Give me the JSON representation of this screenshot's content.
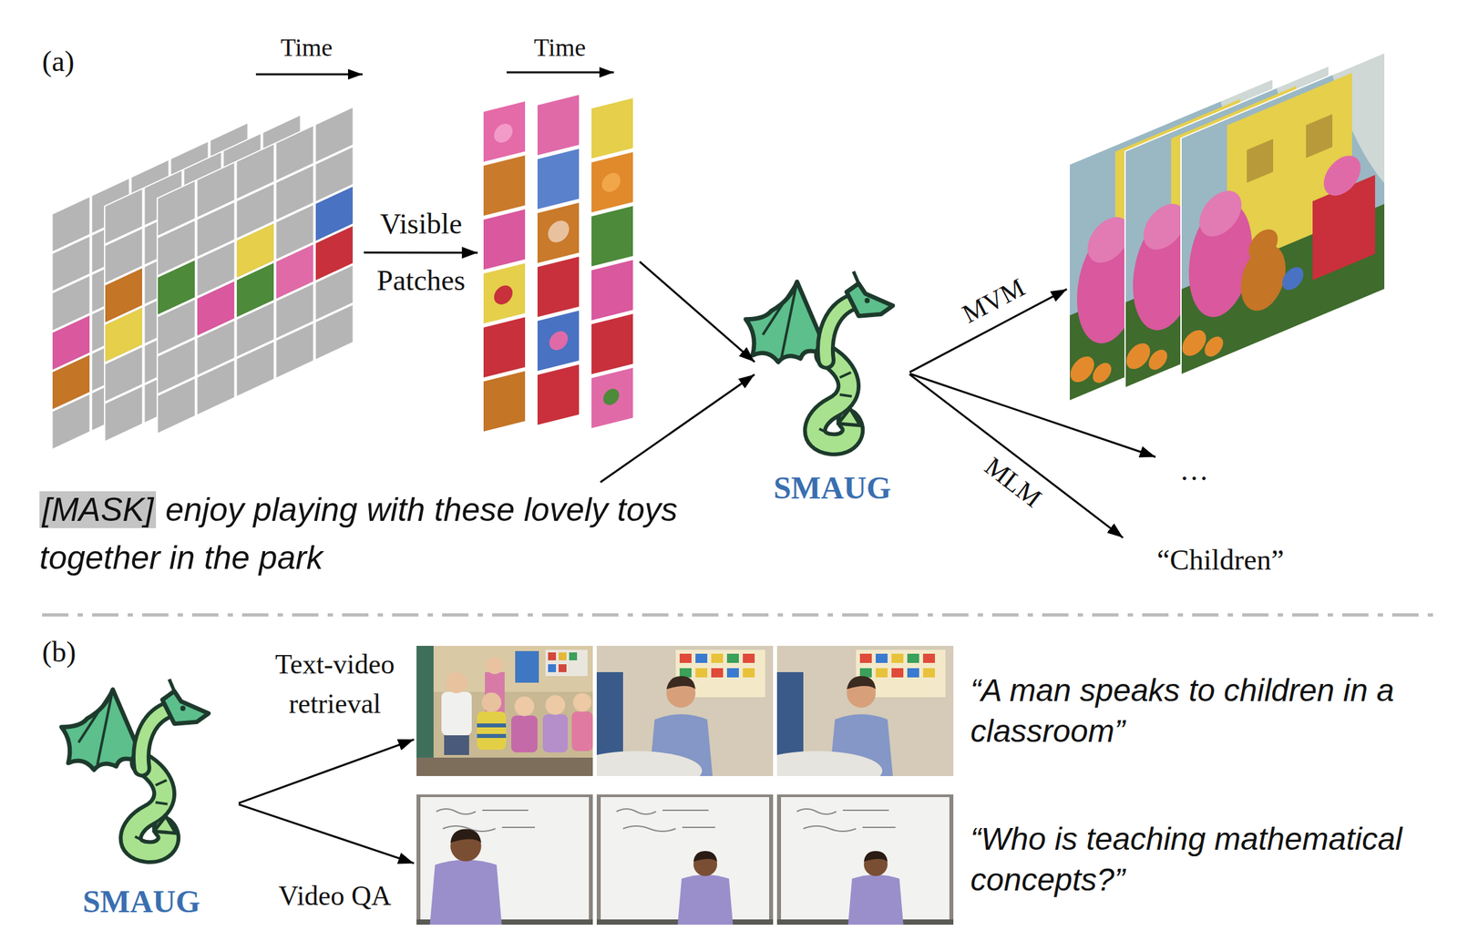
{
  "diagram": {
    "nodes": [
      {
        "text": [
          "Time"
        ]
      },
      {
        "text": [
          "Time"
        ]
      },
      {
        "text": [
          "[MASK]",
          "enjoy playing with these lovely toys together in the park"
        ]
      },
      {
        "text": [
          "SMAUG"
        ]
      },
      {
        "text": []
      },
      {
        "text": [
          "…"
        ]
      },
      {
        "text": [
          "“Children”"
        ]
      },
      {
        "text": [
          "SMAUG"
        ]
      },
      {
        "text": [
          "“A man speaks to children in a classroom”"
        ]
      },
      {
        "text": [
          "“Who is teaching mathematical concepts?”"
        ]
      }
    ],
    "edges": [
      {
        "from": 0,
        "to": 1,
        "label": "Visible Patches",
        "arrow": "to"
      },
      {
        "from": 1,
        "to": 3,
        "arrow": "to"
      },
      {
        "from": 2,
        "to": 3,
        "arrow": "to"
      },
      {
        "from": 3,
        "to": 4,
        "label": "MVM",
        "arrow": "to"
      },
      {
        "from": 3,
        "to": 5,
        "arrow": "to"
      },
      {
        "from": 3,
        "to": 6,
        "label": "MLM",
        "arrow": "to"
      },
      {
        "from": 7,
        "to": 8,
        "label": "Text-video retrieval",
        "arrow": "to"
      },
      {
        "from": 7,
        "to": 9,
        "label": "Video QA",
        "arrow": "to"
      }
    ],
    "labels": [
      "(a)",
      "(b)"
    ]
  }
}
